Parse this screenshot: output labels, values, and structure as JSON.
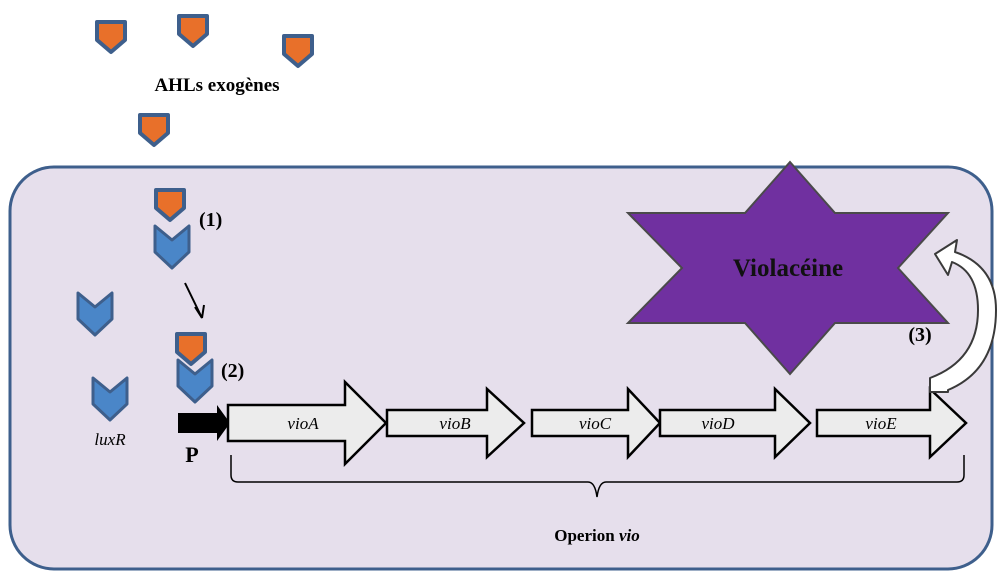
{
  "labels": {
    "ahl": "AHLs exogènes",
    "step1": "(1)",
    "step2": "(2)",
    "step3": "(3)",
    "luxR": "luxR",
    "promoter": "P",
    "violaceine": "Violacéine",
    "operon_prefix": "Operion ",
    "operon_gene": "vio"
  },
  "genes": [
    "vioA",
    "vioB",
    "vioC",
    "vioD",
    "vioE"
  ],
  "colors": {
    "cell_fill": "#e6dfec",
    "cell_border": "#3e5f8c",
    "ahl_fill": "#e8702a",
    "ahl_border": "#3e5f8c",
    "luxr_fill": "#4a86c8",
    "luxr_border": "#3e5f8c",
    "violaceine_fill": "#7030a0",
    "gene_fill": "#ececec",
    "gene_border": "#000000"
  },
  "icons": {
    "ahl": "pentagon-shield-icon",
    "luxr": "chevron-down-icon",
    "violaceine": "six-point-star-icon"
  }
}
